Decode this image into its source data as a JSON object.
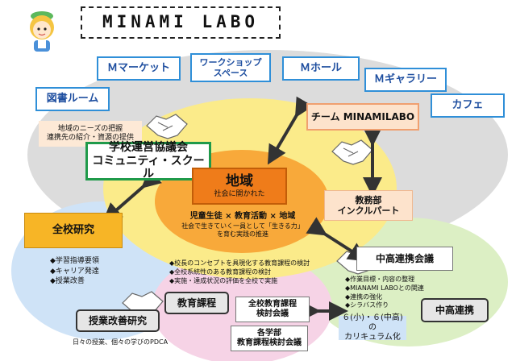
{
  "title": "MINAMI LABO",
  "facilities": {
    "market": "Ｍマーケット",
    "workshop": [
      "ワークショップ",
      "スペース"
    ],
    "hall": "Ｍホール",
    "gallery": "Ｍギャラリー",
    "library": "図書ルーム",
    "cafe": "カフェ"
  },
  "team": "チーム MINAMILABO",
  "community_notes": [
    "地域のニーズの把握",
    "連携先の紹介・資源の提供"
  ],
  "council": [
    "学校運営協議会",
    "コミュニティ・スクール"
  ],
  "region": {
    "title": "地域",
    "subtitle": "社会に開かれた"
  },
  "core": {
    "line1": "児童生徒 × 教育活動 × 地域",
    "line2": "社会で生きていく一員として「生きる力」",
    "line3": "を育む実践の推進"
  },
  "office": [
    "教務部",
    "インクルパート"
  ],
  "school_research": "全校研究",
  "research_items": [
    "◆学習指導要領",
    "◆キャリア発達",
    "◆授業改善"
  ],
  "curriculum_notes": [
    "◆校長のコンセプトを具現化する教育課程の検討",
    "◆全校系統性のある教育課程の検討",
    "◆実施・達成状況の評価を全校で実施"
  ],
  "collab_council": "中高連携会議",
  "collab_items": [
    "◆作業目標・内容の整理",
    "◆MIANAMI LABOとの関連",
    "◆連携の強化",
    "◆シラバス作り"
  ],
  "curriculum": "教育課程",
  "lesson_research": "授業改善研究",
  "pdca_note": "日々の授業、個々の学びのPDCA",
  "curriculum_meeting": [
    "全校教育課程",
    "検討会議"
  ],
  "dept_meeting": [
    "各学部",
    "教育課程検討会議"
  ],
  "collab": "中高連携",
  "curriculum_unify": [
    "６(小)・６(中高)の",
    "カリキュラム化"
  ]
}
